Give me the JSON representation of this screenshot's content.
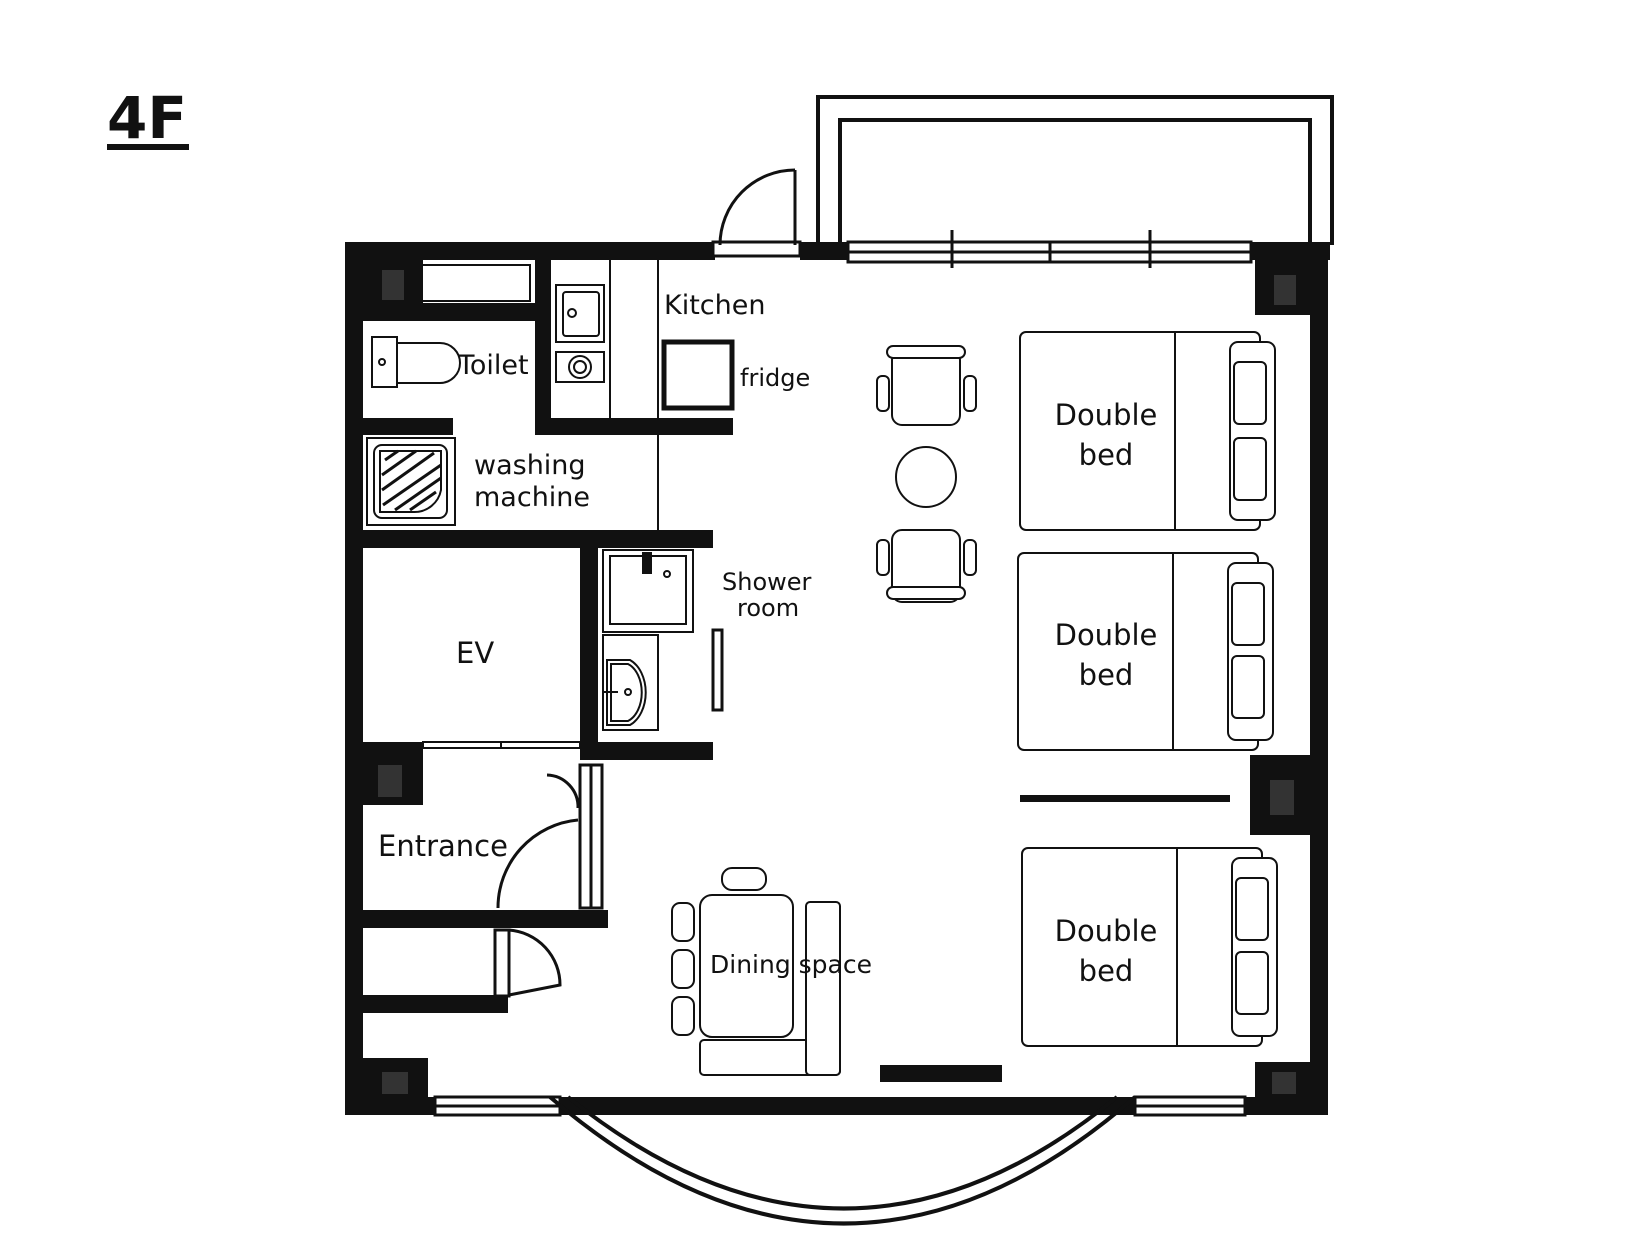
{
  "floor_label": "4F",
  "rooms": {
    "kitchen": "Kitchen",
    "fridge": "fridge",
    "toilet": "Toilet",
    "washing_line1": "washing",
    "washing_line2": "machine",
    "shower_line1": "Shower",
    "shower_line2": "room",
    "ev": "EV",
    "entrance": "Entrance",
    "dining": "Dining space"
  },
  "beds": [
    {
      "line1": "Double",
      "line2": "bed"
    },
    {
      "line1": "Double",
      "line2": "bed"
    },
    {
      "line1": "Double",
      "line2": "bed"
    }
  ]
}
